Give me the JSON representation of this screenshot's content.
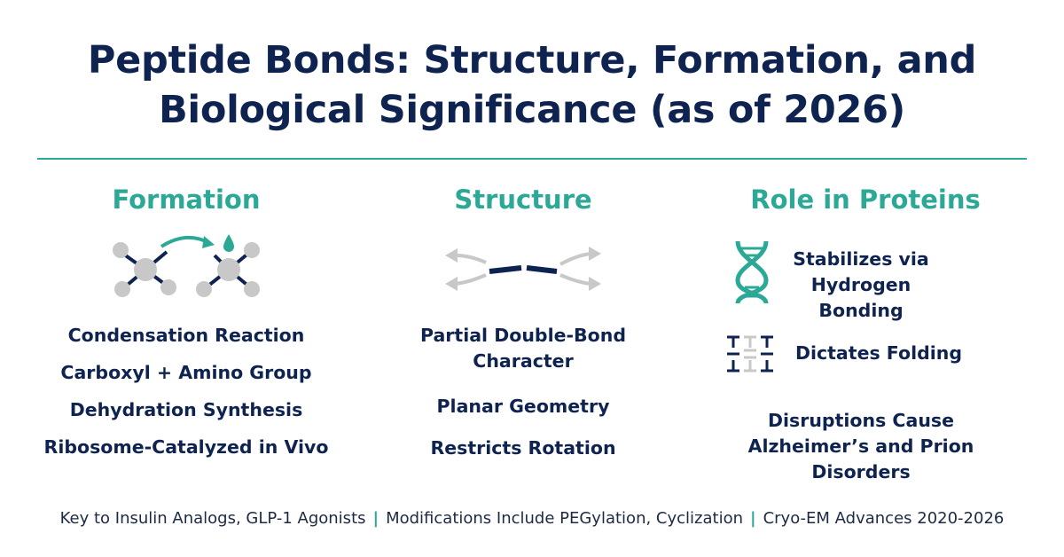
{
  "title": {
    "line1": "Peptide Bonds: Structure, Formation, and",
    "line2": "Biological Significance (as of 2026)"
  },
  "colors": {
    "navy": "#0f2350",
    "teal": "#2ba896",
    "gray": "#c8c8c8"
  },
  "formation": {
    "heading": "Formation",
    "icon": "molecule-condensation-icon",
    "items": [
      "Condensation Reaction",
      "Carboxyl + Amino Group",
      "Dehydration Synthesis",
      "Ribosome-Catalyzed in Vivo"
    ]
  },
  "structure": {
    "heading": "Structure",
    "icon": "planar-bond-rotation-icon",
    "items": [
      {
        "line1": "Partial Double-Bond",
        "line2": "Character"
      },
      {
        "line1": "Planar Geometry"
      },
      {
        "line1": "Restricts Rotation"
      }
    ]
  },
  "role": {
    "heading": "Role in Proteins",
    "items": [
      {
        "icon": "dna-helix-icon",
        "line1": "Stabilizes via",
        "line2": "Hydrogen Bonding"
      },
      {
        "icon": "folding-ladder-icon",
        "line1": "Dictates Folding"
      },
      {
        "line1": "Disruptions Cause",
        "line2": "Alzheimer’s and Prion",
        "line3": "Disorders"
      }
    ]
  },
  "footer": {
    "part1": "Key to Insulin Analogs, GLP-1 Agonists",
    "separator": "|",
    "part2": "Modifications Include PEGylation, Cyclization",
    "part3": "Cryo-EM Advances 2020-2026"
  }
}
